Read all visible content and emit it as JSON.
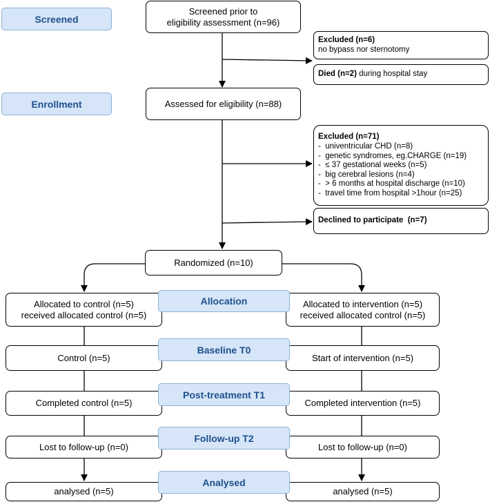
{
  "stages": {
    "screened": "Screened",
    "enrollment": "Enrollment",
    "allocation": "Allocation",
    "baseline": "Baseline T0",
    "post_treatment": "Post-treatment T1",
    "follow_up": "Follow-up T2",
    "analysed": "Analysed"
  },
  "screened_box": {
    "line1": "Screened prior to",
    "line2": "eligibility assessment (n=96)"
  },
  "excluded_first": {
    "title": "Excluded (n=6)",
    "detail": "no bypass nor sternotomy"
  },
  "died": {
    "title": "Died (n=2)",
    "detail": " during hospital stay"
  },
  "assessed": "Assessed for eligibility (n=88)",
  "excluded_second": {
    "title": "Excluded (n=71)",
    "items": [
      "univentricular CHD (n=8)",
      "genetic syndromes, eg.CHARGE (n=19)",
      "≤ 37 gestational weeks (n=5)",
      "big cerebral lesions (n=4)",
      "> 6 months at hospital discharge (n=10)",
      "travel time from hospital >1hour (n=25)"
    ]
  },
  "declined": "Declined to participate  (n=7)",
  "randomized": "Randomized (n=10)",
  "control": {
    "allocated_line1": "Allocated to control (n=5)",
    "allocated_line2": "received allocated control (n=5)",
    "baseline": "Control (n=5)",
    "post": "Completed control (n=5)",
    "follow_up": "Lost to follow-up (n=0)",
    "analysed": "analysed (n=5)"
  },
  "intervention": {
    "allocated_line1": "Allocated to intervention (n=5)",
    "allocated_line2": "received allocated control (n=5)",
    "baseline": "Start of intervention (n=5)",
    "post": "Completed intervention (n=5)",
    "follow_up": "Lost to follow-up (n=0)",
    "analysed": "analysed (n=5)"
  }
}
